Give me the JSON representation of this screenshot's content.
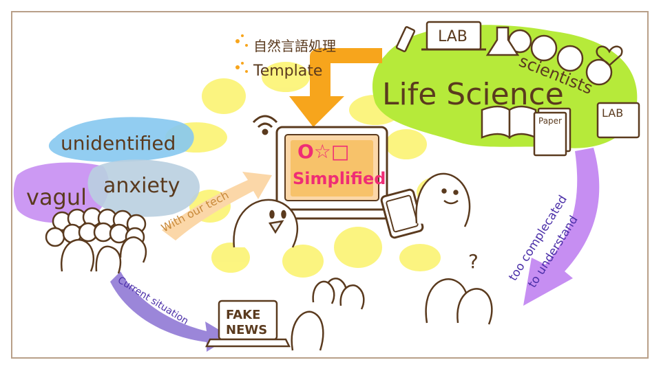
{
  "header": {
    "nlp_label": "自然言語処理",
    "template_label": "Template"
  },
  "life_science": {
    "title": "Life Science",
    "scientists": "scientists",
    "lab_top": "LAB",
    "lab_right": "LAB",
    "paper": "Paper"
  },
  "laptop": {
    "symbols": "O☆□",
    "simplified": "Simplified"
  },
  "left_cloud": {
    "unidentified": "unidentified",
    "vague": "vagul",
    "anxiety": "anxiety",
    "with_our_tech": "With our tech"
  },
  "bottom": {
    "fake": "FAKE",
    "news": "NEWS",
    "current_situation": "Current situation",
    "too_complicated_1": "too complecated",
    "too_complicated_2": "to understand",
    "question_mark": "?"
  },
  "colors": {
    "ink": "#5a3a1e",
    "orange": "#f7a51c",
    "green": "#b6ea3a",
    "purple": "#c68ef2",
    "blue": "#86c8ef",
    "yellow": "#fbf36a",
    "pink": "#ef2d75"
  }
}
